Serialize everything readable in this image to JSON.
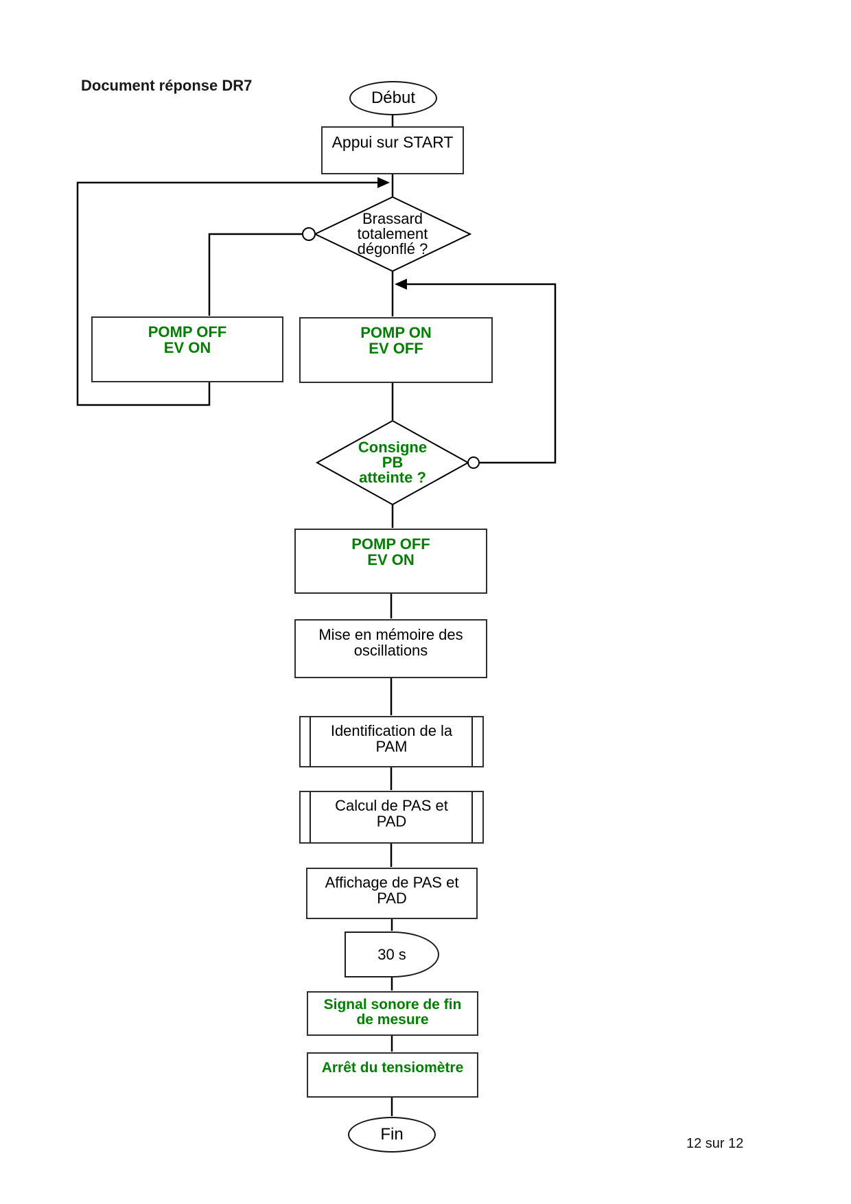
{
  "page": {
    "title": "Document réponse DR7",
    "page_number": "12 sur 12"
  },
  "colors": {
    "accent_green": "#008000",
    "line_black": "#000000"
  },
  "flow": {
    "debut": {
      "type": "terminator",
      "label": "Début"
    },
    "appui_start": {
      "type": "process",
      "label": "Appui sur START"
    },
    "brassard": {
      "type": "decision",
      "label": "Brassard\ntotalement\ndégonflé ?"
    },
    "pomp_off_left": {
      "type": "process",
      "label": "POMP OFF\nEV ON"
    },
    "pomp_on": {
      "type": "process",
      "label": "POMP ON\nEV OFF"
    },
    "consigne": {
      "type": "decision",
      "label": "Consigne\nPB\natteinte ?"
    },
    "pomp_off_main": {
      "type": "process",
      "label": "POMP OFF\nEV ON"
    },
    "mise_memoire": {
      "type": "process",
      "label": "Mise en mémoire des\noscillations"
    },
    "identification_pam": {
      "type": "predefined-process",
      "label": "Identification de la\nPAM"
    },
    "calcul_pas_pad": {
      "type": "predefined-process",
      "label": "Calcul de PAS et\nPAD"
    },
    "affichage_pas_pad": {
      "type": "process",
      "label": "Affichage de PAS et\nPAD"
    },
    "delai_30s": {
      "type": "delay",
      "label": "30 s"
    },
    "signal_sonore": {
      "type": "process",
      "label": "Signal sonore de fin\nde mesure"
    },
    "arret_tensiometre": {
      "type": "process",
      "label": "Arrêt du tensiomètre"
    },
    "fin": {
      "type": "terminator",
      "label": "Fin"
    }
  }
}
